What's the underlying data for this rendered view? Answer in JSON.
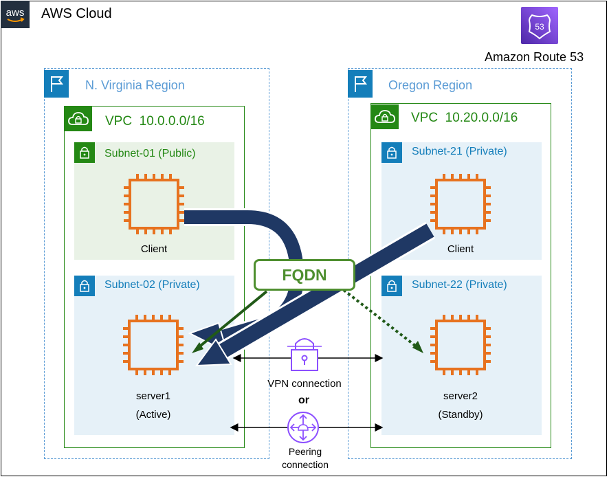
{
  "cloud": {
    "title": "AWS Cloud",
    "logo_text": "aws"
  },
  "route53": {
    "label": "Amazon Route 53",
    "badge": "53"
  },
  "regions": {
    "left": {
      "label": "N. Virginia Region"
    },
    "right": {
      "label": "Oregon Region"
    }
  },
  "vpcs": {
    "left": {
      "label": "VPC",
      "cidr": "10.0.0.0/16"
    },
    "right": {
      "label": "VPC",
      "cidr": "10.20.0.0/16"
    }
  },
  "subnets": {
    "s01": {
      "label": "Subnet-01 (Public)"
    },
    "s02": {
      "label": "Subnet-02 (Private)"
    },
    "s21": {
      "label": "Subnet-21 (Private)"
    },
    "s22": {
      "label": "Subnet-22 (Private)"
    }
  },
  "nodes": {
    "client_left": {
      "label": "Client"
    },
    "client_right": {
      "label": "Client"
    },
    "server1": {
      "label": "server1",
      "state": "(Active)"
    },
    "server2": {
      "label": "server2",
      "state": "(Standby)"
    }
  },
  "fqdn": {
    "label": "FQDN"
  },
  "connections": {
    "vpn": "VPN connection",
    "or": "or",
    "peering_line1": "Peering",
    "peering_line2": "connection"
  },
  "colors": {
    "aws_dark": "#232f3e",
    "route53": "#8c4fff",
    "region_border": "#5a9bd5",
    "region_icon": "#147eba",
    "vpc_green": "#248814",
    "public_bg": "#e9f2e6",
    "private_bg": "#e6f1f8",
    "ec2_orange": "#e7721f",
    "arrow_navy": "#1f3864",
    "fqdn_green": "#4e8f2f",
    "vpn_purple": "#8c4fff"
  },
  "icons": [
    "aws-logo",
    "route53-icon",
    "region-flag-icon",
    "vpc-cloud-icon",
    "lock-icon",
    "ec2-chip-icon",
    "vpn-lock-icon",
    "peering-icon"
  ]
}
